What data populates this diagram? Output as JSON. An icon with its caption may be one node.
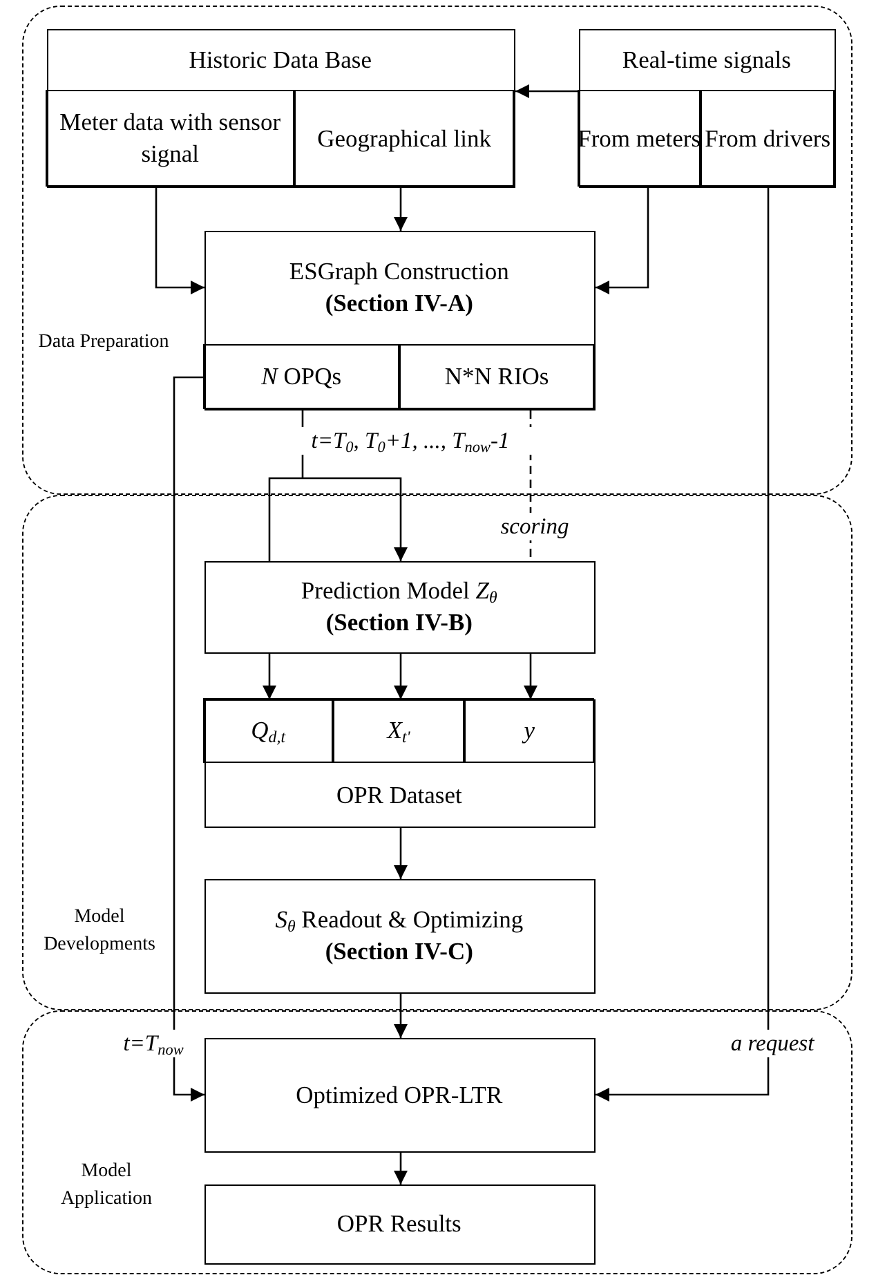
{
  "diagram": {
    "nodes": [
      {
        "text": [
          "Data Preparation"
        ]
      },
      {
        "text": [
          "Historic Data Base"
        ],
        "in": 0
      },
      {
        "text": [
          "Meter data with sensor signal"
        ],
        "in": 1
      },
      {
        "text": [
          "Geographical link"
        ],
        "in": 1
      },
      {
        "text": [
          "Real-time signals"
        ],
        "in": 0
      },
      {
        "text": [
          "From meters"
        ],
        "in": 4
      },
      {
        "text": [
          "From drivers"
        ],
        "in": 4
      },
      {
        "text": [
          "ESGraph Construction",
          "(Section IV-A)"
        ],
        "in": 0
      },
      {
        "text": [
          "*N* OPQs"
        ],
        "in": 7
      },
      {
        "text": [
          "N*N RIOs"
        ],
        "in": 7
      },
      {
        "text": [
          "Model Developments"
        ]
      },
      {
        "text": [
          "Prediction Model *Z*$_{θ}$",
          "(Section IV-B)"
        ],
        "in": 10
      },
      {
        "text": [
          "OPR Dataset"
        ],
        "in": 10
      },
      {
        "text": [
          "Q$_{d,t}$"
        ],
        "in": 12
      },
      {
        "text": [
          "X$_{t'}$"
        ],
        "in": 12
      },
      {
        "text": [
          "y"
        ],
        "in": 12
      },
      {
        "text": [
          "*S*$_{θ}$ Readout & Optimizing",
          "(Section IV-C)"
        ],
        "in": 10
      },
      {
        "text": [
          "Model Application"
        ]
      },
      {
        "text": [
          "Optimized OPR-LTR"
        ],
        "in": 17
      },
      {
        "text": [
          "OPR Results"
        ],
        "in": 17
      }
    ],
    "edges": [
      {
        "from": 4,
        "to": 1,
        "arrow": "to"
      },
      {
        "from": 2,
        "to": 7,
        "arrow": "to"
      },
      {
        "from": 3,
        "to": 7,
        "arrow": "to"
      },
      {
        "from": 5,
        "to": 7,
        "arrow": "to"
      },
      {
        "from": 6,
        "to": 18,
        "arrow": "to",
        "label": "a request"
      },
      {
        "from": 8,
        "to": 18,
        "arrow": "to",
        "label": "t=T$_{now}$"
      },
      {
        "from": 8,
        "to": 11,
        "arrow": "to",
        "label": "t=T$_{0}$, T$_{0}$+1, ..., T$_{now}$-1"
      },
      {
        "from": 9,
        "to": 11,
        "arrow": "none",
        "label": "scoring",
        "style": "dashed"
      },
      {
        "from": 11,
        "to": 13,
        "arrow": "to"
      },
      {
        "from": 11,
        "to": 14,
        "arrow": "to"
      },
      {
        "from": 11,
        "to": 15,
        "arrow": "to"
      },
      {
        "from": 12,
        "to": 16,
        "arrow": "to"
      },
      {
        "from": 16,
        "to": 18,
        "arrow": "to"
      },
      {
        "from": 18,
        "to": 19,
        "arrow": "to"
      }
    ]
  }
}
